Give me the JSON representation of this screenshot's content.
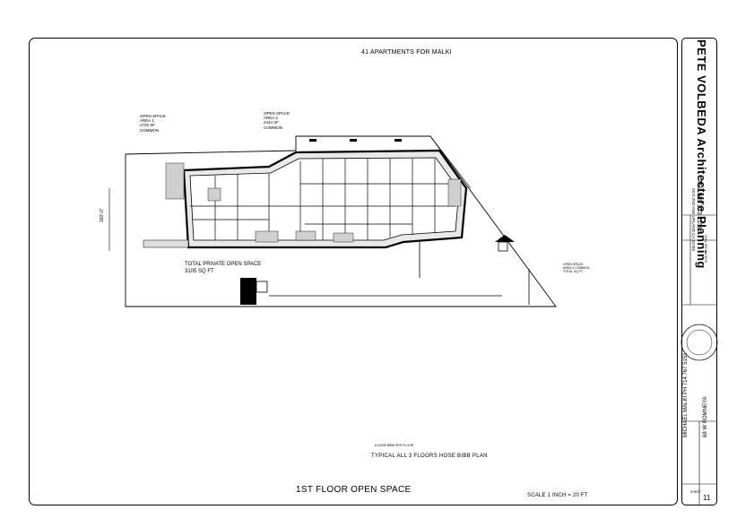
{
  "drawing": {
    "title": "41 APARTMENTS FOR MALKI",
    "open_space_1": [
      "OPEN SPACE",
      "AREA 1",
      "2723 SF",
      "COMMON"
    ],
    "open_space_2": [
      "OPEN SPACE",
      "AREA 2",
      "2444 SF",
      "COMMON"
    ],
    "total_private": [
      "TOTAL PRIVATE OPEN SPACE",
      "3105 SQ FT"
    ],
    "open_space_3": [
      "OPEN SPACE",
      "AREA 3 COMMON",
      "TOTAL SQ FT"
    ],
    "dimension": "160'-0\"",
    "hose_note": "A HOSE BIBB PER FLOOR",
    "typical_note": "TYPICAL ALL 3 FLOORS HOSE BIBB PLAN",
    "sheet_title": "1ST FLOOR OPEN SPACE",
    "scale": "SCALE 1 INCH = 20 FT"
  },
  "titleblock": {
    "firm": "PETE VOLBEDA Architecture Planning",
    "address": "29 N 2ND AVE UPLAND CA 91786",
    "tel": "TEL 909 373 1150",
    "cell": "CELL 909 226 6070",
    "owner": "MICHAEL MALKI PH 714 767 5151",
    "project": "68 W ROMNEYA",
    "sheet_label": "SHEET",
    "sheet_number": "11"
  }
}
